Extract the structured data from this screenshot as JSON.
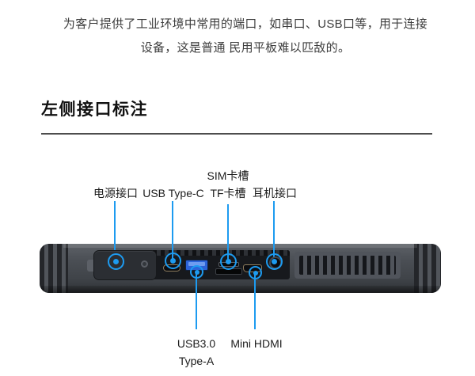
{
  "intro": {
    "line1": "为客户提供了工业环境中常用的端口，如串口、USB口等，用于连接",
    "line2": "设备，这是普通 民用平板难以匹敌的。"
  },
  "section": {
    "title": "左侧接口标注"
  },
  "diagram": {
    "accent_color": "#1d9bf0",
    "usb_port_color": "#2c63d9",
    "labels_top": {
      "power": "电源接口",
      "usb_type_c": "USB Type-C",
      "sim_line1": "SIM卡槽",
      "sim_line2": "TF卡槽",
      "headphone": "耳机接口"
    },
    "labels_bottom": {
      "usb3_line1": "USB3.0",
      "usb3_line2": "Type-A",
      "mini_hdmi": "Mini HDMI"
    }
  }
}
